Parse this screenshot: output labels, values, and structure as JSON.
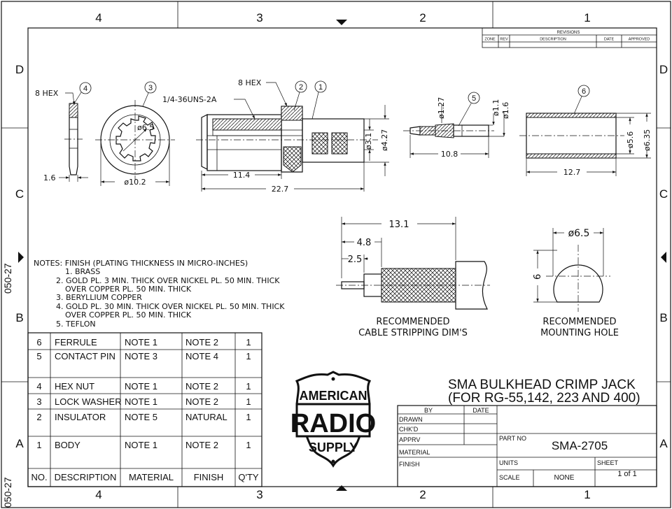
{
  "zones": {
    "top": [
      "4",
      "3",
      "2",
      "1"
    ],
    "bottom": [
      "4",
      "3",
      "2",
      "1"
    ],
    "left": [
      "D",
      "C",
      "B",
      "A"
    ],
    "right": [
      "D",
      "C",
      "B",
      "A"
    ]
  },
  "side_code": "050-27",
  "revisions": {
    "title": "REVISIONS",
    "cols": [
      "ZONE",
      "REV",
      "DESCRIPTION",
      "DATE",
      "APPROVED"
    ]
  },
  "callouts": {
    "hex_8_left": "8 HEX",
    "thread": "1/4-36UNS-2A",
    "hex_8_mid": "8 HEX",
    "balloons": [
      "1",
      "2",
      "3",
      "4",
      "5",
      "6"
    ]
  },
  "dims": {
    "hexnut_w": "1.6",
    "washer_id": "ø6.5",
    "washer_od": "ø10.2",
    "body_11": "11.4",
    "body_22": "22.7",
    "body_d31": "ø3.1",
    "body_d427": "ø4.27",
    "pin_d127": "ø1.27",
    "pin_d11": "ø1.1",
    "pin_d16": "ø1.6",
    "pin_len": "10.8",
    "ferrule_d56": "ø5.6",
    "ferrule_d635": "ø6.35",
    "ferrule_len": "12.7",
    "strip_131": "13.1",
    "strip_48": "4.8",
    "strip_25": "2.5",
    "hole_d65": "ø6.5",
    "hole_6": "6"
  },
  "captions": {
    "stripping": [
      "RECOMMENDED",
      "CABLE STRIPPING DIM'S"
    ],
    "mounting": [
      "RECOMMENDED",
      "MOUNTING HOLE"
    ]
  },
  "notes": {
    "header": "NOTES: FINISH (PLATING THICKNESS IN MICRO-INCHES)",
    "lines": [
      "1. BRASS",
      "2. GOLD PL. 3 MIN. THICK OVER NICKEL PL. 50 MIN. THICK",
      "OVER COPPER PL. 50 MIN. THICK",
      "3. BERYLLIUM COPPER",
      "4. GOLD PL. 30 MIN. THICK OVER NICKEL PL. 50 MIN. THICK",
      "OVER COPPER PL. 50 MIN. THICK",
      "5. TEFLON"
    ]
  },
  "bom": {
    "header": [
      "NO.",
      "DESCRIPTION",
      "MATERIAL",
      "FINISH",
      "Q'TY"
    ],
    "rows": [
      [
        "6",
        "FERRULE",
        "NOTE 1",
        "NOTE 2",
        "1"
      ],
      [
        "5",
        "CONTACT PIN",
        "NOTE 3",
        "NOTE 4",
        "1"
      ],
      [
        "4",
        "HEX NUT",
        "NOTE 1",
        "NOTE 2",
        "1"
      ],
      [
        "3",
        "LOCK WASHER",
        "NOTE 1",
        "NOTE 2",
        "1"
      ],
      [
        "2",
        "INSULATOR",
        "NOTE 5",
        "NATURAL",
        "1"
      ],
      [
        "1",
        "BODY",
        "NOTE 1",
        "NOTE 2",
        "1"
      ]
    ]
  },
  "logo": {
    "line1": "AMERICAN",
    "line2": "RADIO",
    "line3": "SUPPLY"
  },
  "title_block": {
    "title1": "SMA BULKHEAD CRIMP JACK",
    "title2": "(FOR RG-55,142, 223 AND 400)",
    "by": "BY",
    "date": "DATE",
    "drawn": "DRAWN",
    "chkd": "CHK'D",
    "apprv": "APPRV",
    "material": "MATERIAL",
    "finish": "FINISH",
    "part_no_label": "PART NO",
    "part_no": "SMA-2705",
    "units": "UNITS",
    "scale": "SCALE",
    "scale_val": "NONE",
    "sheet": "SHEET",
    "sheet_val": "1 of 1"
  }
}
